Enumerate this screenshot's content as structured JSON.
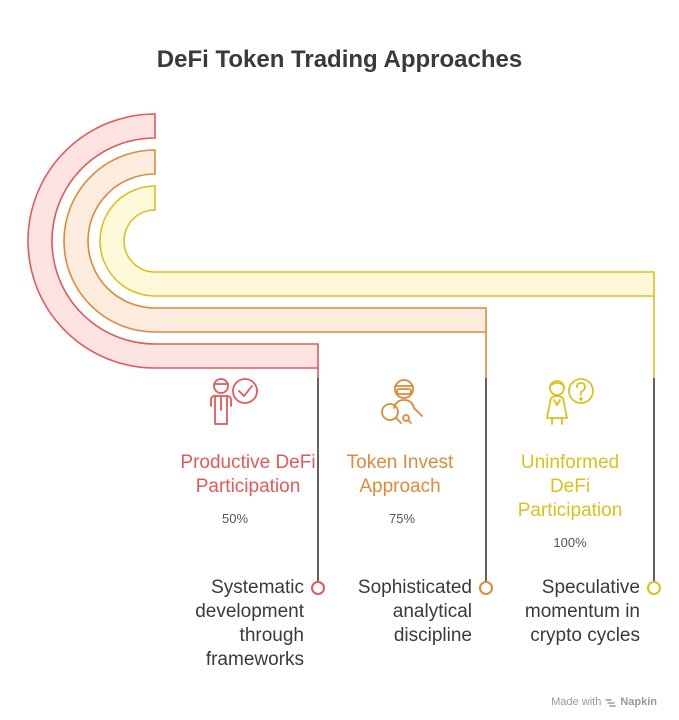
{
  "title": "DeFi Token Trading Approaches",
  "colors": {
    "red": "#e05a5a",
    "orange": "#dd8a3a",
    "yellow": "#d9c21c",
    "red_fill": "#fde4e2",
    "orange_fill": "#feecdf",
    "yellow_fill": "#fff8d9"
  },
  "items": [
    {
      "label": "Productive DeFi Participation",
      "label_lines": [
        "Productive DeFi",
        "Participation"
      ],
      "percent": "50%",
      "description_lines": [
        "Systematic",
        "development",
        "through",
        "frameworks"
      ],
      "icon": "person-check-icon",
      "color": "red"
    },
    {
      "label": "Token Invest Approach",
      "label_lines": [
        "Token Invest",
        "Approach"
      ],
      "percent": "75%",
      "description_lines": [
        "Sophisticated",
        "analytical",
        "discipline"
      ],
      "icon": "person-magnifier-icon",
      "color": "orange"
    },
    {
      "label": "Uninformed DeFi Participation",
      "label_lines": [
        "Uninformed",
        "DeFi",
        "Participation"
      ],
      "percent": "100%",
      "description_lines": [
        "Speculative",
        "momentum in",
        "crypto cycles"
      ],
      "icon": "person-question-icon",
      "color": "yellow"
    }
  ],
  "watermark": {
    "prefix": "Made with",
    "brand": "Napkin"
  }
}
